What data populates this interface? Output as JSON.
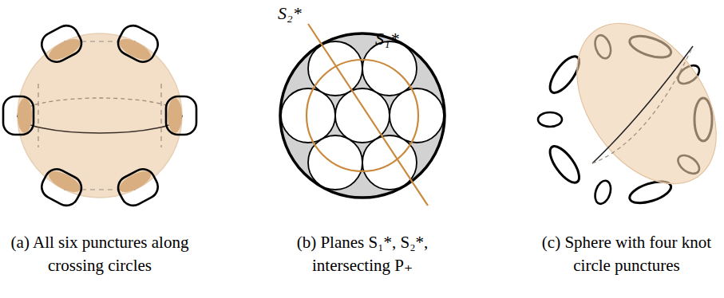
{
  "diagram": {
    "labels": [
      "S₂*",
      "S₁*",
      "(a) All six punctures along crossing circles",
      "(b) Planes S₁*, S₂*, intersecting P₊",
      "(c) Sphere with four knot circle punctures"
    ]
  }
}
